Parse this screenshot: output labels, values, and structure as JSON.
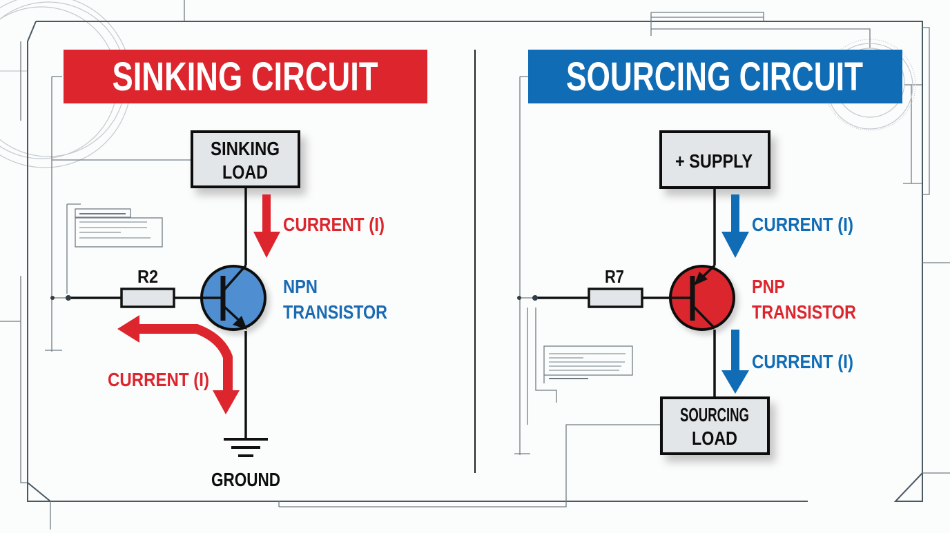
{
  "diagram": {
    "left_panel": {
      "title": "SINKING CIRCUIT",
      "title_color": "#dc252d",
      "load_box": {
        "line1": "SINKING",
        "line2": "LOAD"
      },
      "resistor_label": "R2",
      "transistor": {
        "type": "NPN",
        "line1": "NPN",
        "line2": "TRANSISTOR",
        "fill": "#4f8fd1",
        "label_color": "#1a6bb3"
      },
      "current_label_top": "CURRENT (I)",
      "current_label_bottom": "CURRENT (I)",
      "current_color": "#dc252d",
      "ground_label": "GROUND"
    },
    "right_panel": {
      "title": "SOURCING CIRCUIT",
      "title_color": "#106db5",
      "supply_box": {
        "line1": "+ SUPPLY"
      },
      "resistor_label": "R7",
      "transistor": {
        "type": "PNP",
        "line1": "PNP",
        "line2": "TRANSISTOR",
        "fill": "#dc252d",
        "label_color": "#dc252d"
      },
      "current_label_top": "CURRENT (I)",
      "current_label_bottom": "CURRENT (I)",
      "current_color": "#106db5",
      "load_box": {
        "line1": "SOURCING",
        "line2": "LOAD"
      }
    }
  }
}
